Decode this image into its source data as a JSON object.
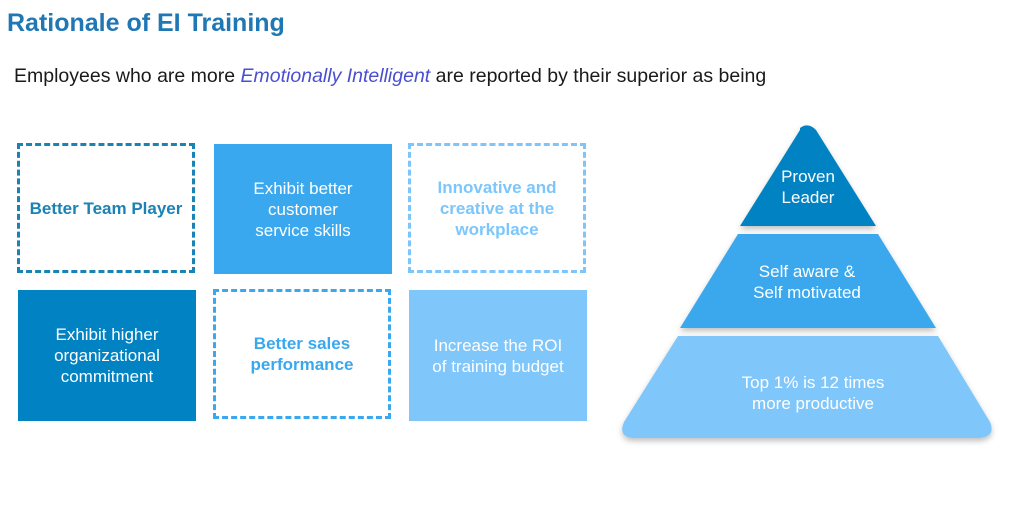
{
  "title": "Rationale of EI Training",
  "subtitle": {
    "before": "Employees who are more ",
    "emphasis": "Emotionally Intelligent",
    "after": " are  reported by their superior as being"
  },
  "traits": [
    {
      "line1": "Better Team Player",
      "line2": "",
      "line3": ""
    },
    {
      "line1": "Exhibit better",
      "line2": "customer",
      "line3": "service skills"
    },
    {
      "line1": "Innovative and",
      "line2": "creative at the",
      "line3": "workplace"
    },
    {
      "line1": "Exhibit higher",
      "line2": "organizational",
      "line3": "commitment"
    },
    {
      "line1": "Better sales",
      "line2": "performance",
      "line3": ""
    },
    {
      "line1": "Increase the ROI",
      "line2": "of training budget",
      "line3": ""
    }
  ],
  "pyramid": {
    "tiers": [
      {
        "line1": "Proven",
        "line2": "Leader",
        "color": "#0082c3"
      },
      {
        "line1": "Self aware &",
        "line2": "Self motivated",
        "color": "#3aa8ee"
      },
      {
        "line1": "Top 1% is 12 times",
        "line2": "more productive",
        "color": "#7fc6fa"
      }
    ]
  },
  "colors": {
    "title": "#1f77b4",
    "emphasis": "#4a4fd0"
  }
}
